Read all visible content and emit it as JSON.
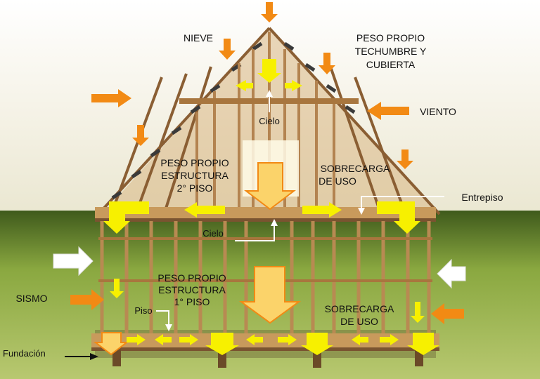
{
  "labels": {
    "nieve": "NIEVE",
    "peso_propio_techumbre": [
      "PESO PROPIO",
      "TECHUMBRE Y",
      "CUBIERTA"
    ],
    "viento": "VIENTO",
    "cielo_top": "Cielo",
    "peso_propio_2": [
      "PESO PROPIO",
      "ESTRUCTURA",
      "2° PISO"
    ],
    "sobrecarga_top": [
      "SOBRECARGA",
      "DE USO"
    ],
    "entrepiso": "Entrepiso",
    "cielo_mid": "Cielo",
    "sismo": "SISMO",
    "peso_propio_1": [
      "PESO PROPIO",
      "ESTRUCTURA",
      "1° PISO"
    ],
    "piso": "Piso",
    "sobrecarga_bottom": [
      "SOBRECARGA",
      "DE USO"
    ],
    "fundacion": "Fundación"
  },
  "colors": {
    "load_arrow": "#f7f000",
    "wind_arrow": "#f28a14",
    "pointer_arrow": "#ffffff",
    "timber": "#c89a5c",
    "timber_dark": "#7a5430",
    "sky_top": "#ffffff",
    "ground": "#7fa038"
  }
}
